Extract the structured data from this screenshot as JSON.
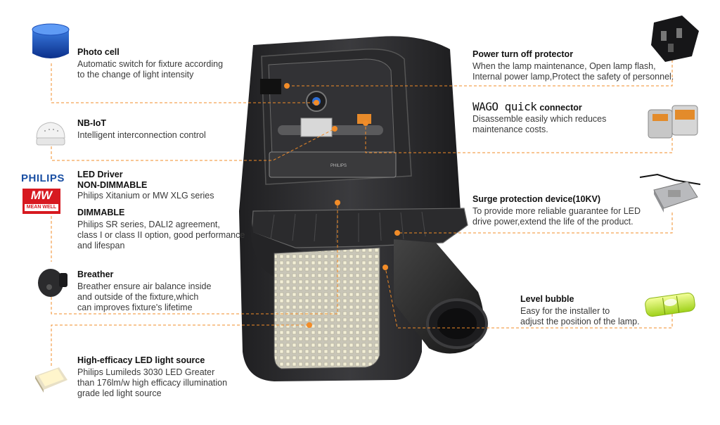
{
  "colors": {
    "leader": "#f28c28",
    "dot": "#f28c28",
    "housing": "#2e2e30",
    "philips_blue": "#1a4fa3",
    "meanwell_red": "#d71920"
  },
  "left": [
    {
      "title": "Photo cell",
      "lines": [
        "Automatic switch for fixture according",
        "to the change of light intensity"
      ],
      "icon": "photo-cell-icon"
    },
    {
      "title": "NB-IoT",
      "lines": [
        "Intelligent interconnection control"
      ],
      "icon": "nb-iot-module-icon"
    },
    {
      "title": "LED Driver",
      "subtitle": "NON-DIMMABLE",
      "lines": [
        "Philips Xitanium or MW XLG series"
      ],
      "title2": "DIMMABLE",
      "lines2": [
        "Philips SR series, DALI2 agreement,",
        "class I or class II option, good performance",
        "and lifespan"
      ]
    },
    {
      "title": "Breather",
      "lines": [
        "Breather ensure air balance inside",
        "and outside of the fixture,which",
        "can improves fixture's lifetime"
      ],
      "icon": "breather-icon"
    },
    {
      "title": "High-efficacy LED light source",
      "lines": [
        "Philips Lumileds 3030 LED Greater",
        "than 176lm/w high efficacy illumination",
        "grade led light source"
      ],
      "icon": "led-chip-icon"
    }
  ],
  "right": [
    {
      "title": "Power turn off protector",
      "lines": [
        "When the lamp maintenance, Open lamp flash,",
        "Internal power lamp,Protect the safety of personnel."
      ],
      "icon": "power-protector-icon"
    },
    {
      "logo": "WAGO quick",
      "title": "connector",
      "lines": [
        "Disassemble easily which reduces",
        "maintenance costs."
      ],
      "icon": "wago-connector-icon"
    },
    {
      "title": "Surge protection device(10KV)",
      "lines": [
        "To provide more reliable guarantee for LED",
        "drive power,extend the life of the product."
      ],
      "icon": "surge-protector-icon"
    },
    {
      "title": "Level bubble",
      "lines": [
        "Easy for the installer to",
        "adjust the position of the lamp."
      ],
      "icon": "level-bubble-icon"
    }
  ],
  "brands": {
    "philips": "PHILIPS",
    "meanwell_mark": "MW",
    "meanwell_text": "MEAN WELL"
  }
}
